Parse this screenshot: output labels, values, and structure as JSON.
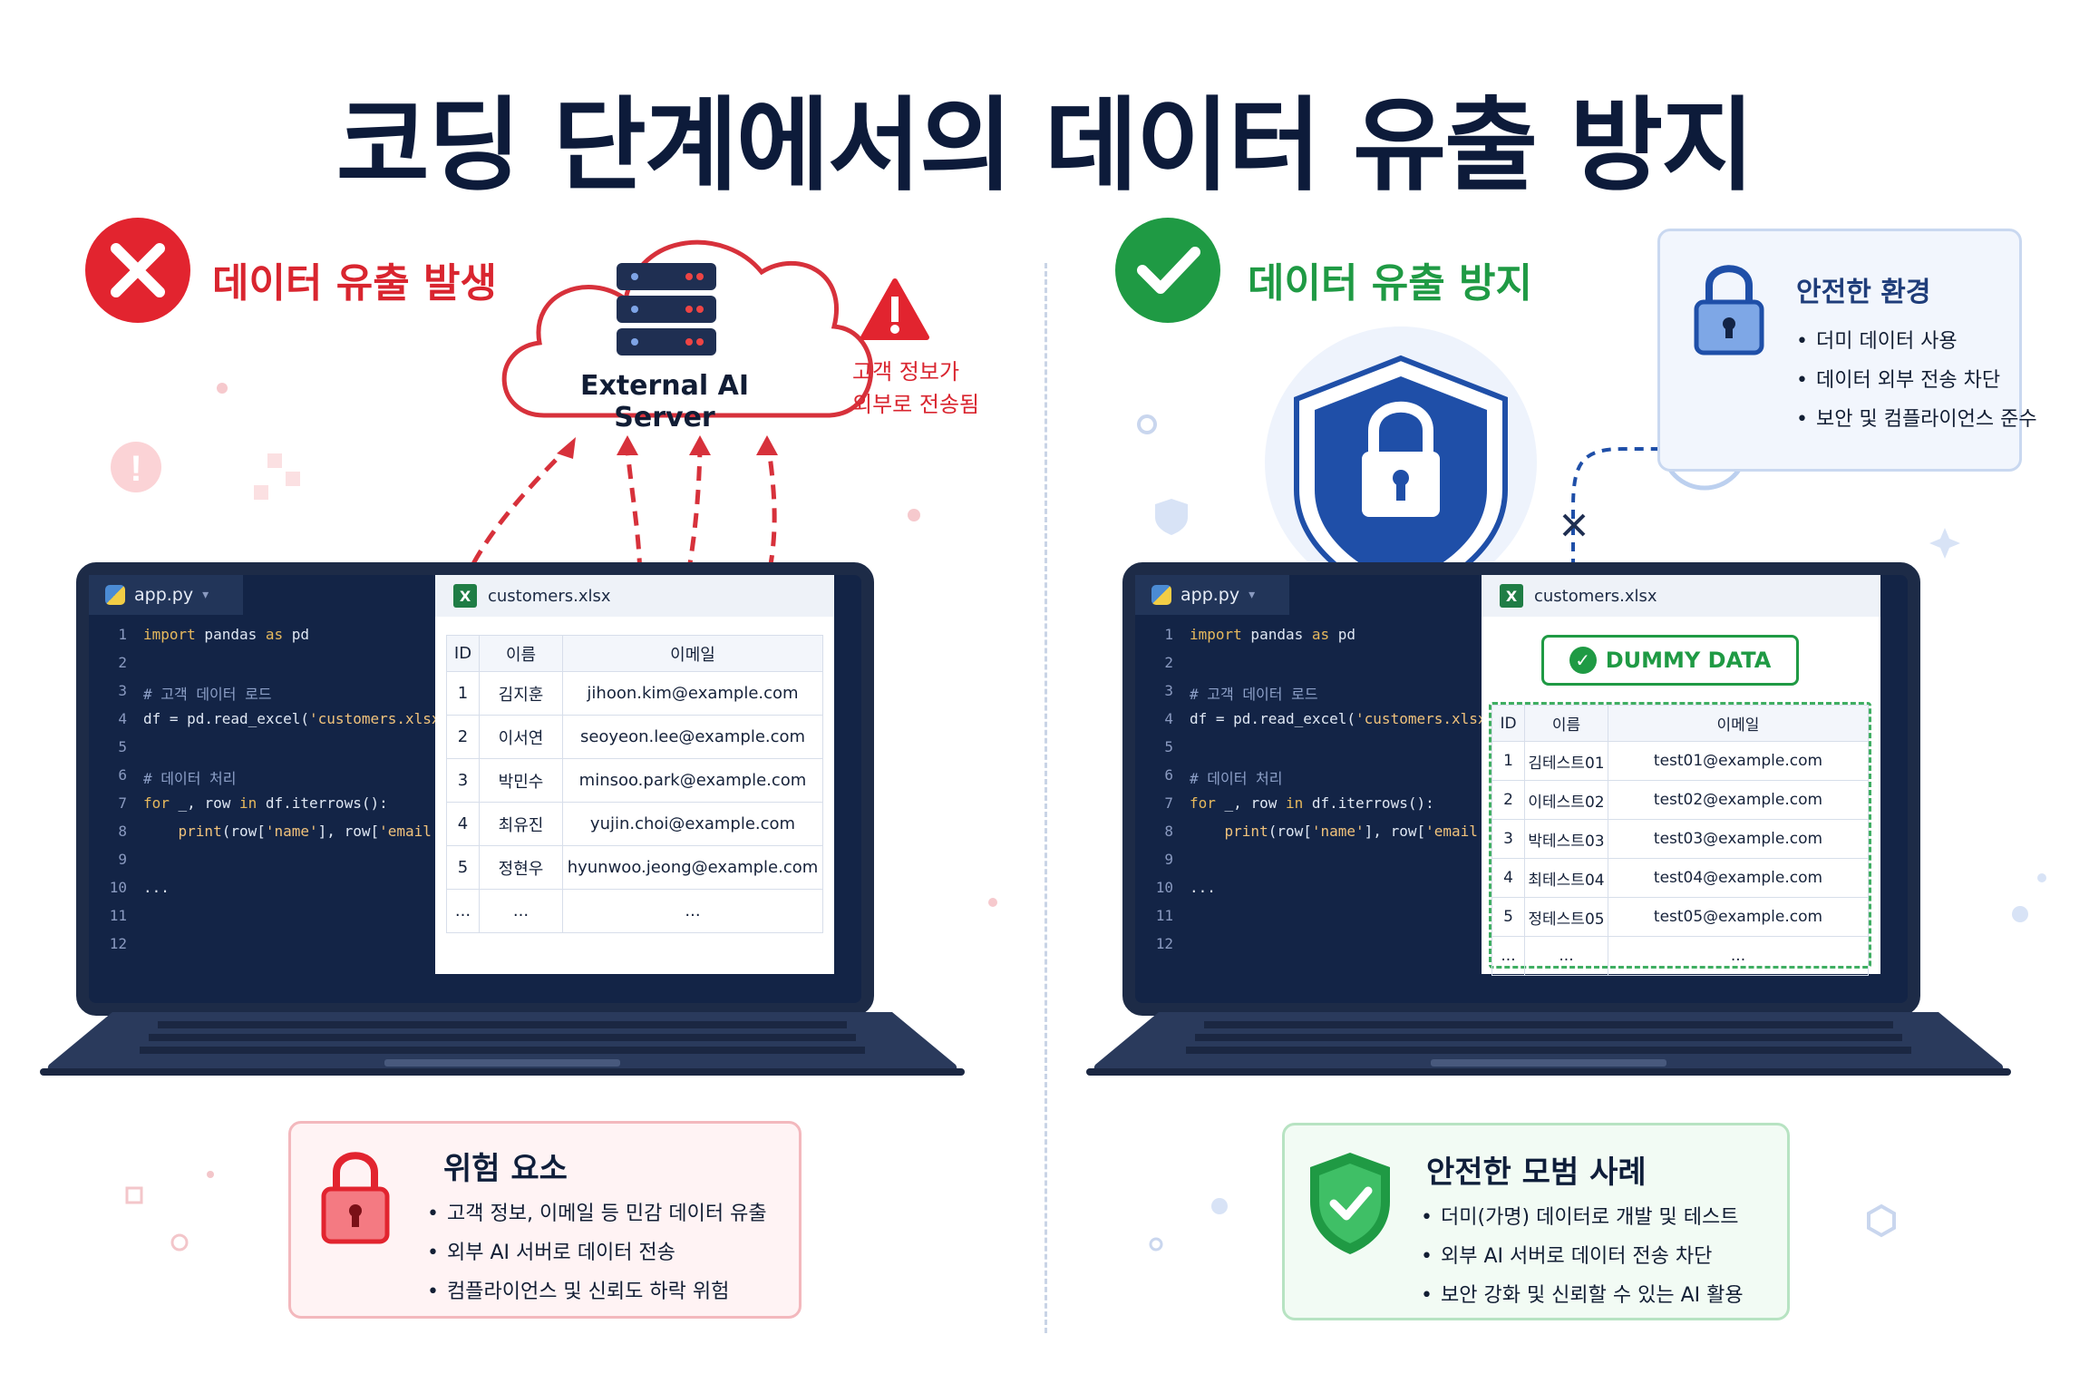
{
  "title": "코딩 단계에서의 데이터 유출 방지",
  "left": {
    "heading": "데이터 유출 발생",
    "server_label": "External AI Server",
    "warning": [
      "고객 정보가",
      "외부로 전송됨"
    ],
    "code_tab": "app.py",
    "code_lines": [
      {
        "n": "1",
        "text": "import pandas as pd"
      },
      {
        "n": "2",
        "text": ""
      },
      {
        "n": "3",
        "text": "# 고객 데이터 로드"
      },
      {
        "n": "4",
        "text": "df = pd.read_excel('customers.xlsx')"
      },
      {
        "n": "5",
        "text": ""
      },
      {
        "n": "6",
        "text": "# 데이터 처리"
      },
      {
        "n": "7",
        "text": "for _, row in df.iterrows():"
      },
      {
        "n": "8",
        "text": "    print(row['name'], row['email'])"
      },
      {
        "n": "9",
        "text": ""
      },
      {
        "n": "10",
        "text": "..."
      },
      {
        "n": "11",
        "text": ""
      },
      {
        "n": "12",
        "text": ""
      }
    ],
    "sheet_tab": "customers.xlsx",
    "columns": [
      "ID",
      "이름",
      "이메일"
    ],
    "rows": [
      [
        "1",
        "김지훈",
        "jihoon.kim@example.com"
      ],
      [
        "2",
        "이서연",
        "seoyeon.lee@example.com"
      ],
      [
        "3",
        "박민수",
        "minsoo.park@example.com"
      ],
      [
        "4",
        "최유진",
        "yujin.choi@example.com"
      ],
      [
        "5",
        "정현우",
        "hyunwoo.jeong@example.com"
      ],
      [
        "...",
        "...",
        "..."
      ]
    ],
    "box_title": "위험 요소",
    "box_items": [
      "고객 정보, 이메일 등 민감 데이터 유출",
      "외부 AI 서버로 데이터 전송",
      "컴플라이언스 및 신뢰도 하락 위험"
    ]
  },
  "right": {
    "heading": "데이터 유출 방지",
    "env_title": "안전한 환경",
    "env_items": [
      "더미 데이터 사용",
      "데이터 외부 전송 차단",
      "보안 및 컴플라이언스 준수"
    ],
    "code_tab": "app.py",
    "sheet_tab": "customers.xlsx",
    "dummy_label": "DUMMY DATA",
    "columns": [
      "ID",
      "이름",
      "이메일"
    ],
    "rows": [
      [
        "1",
        "김테스트01",
        "test01@example.com"
      ],
      [
        "2",
        "이테스트02",
        "test02@example.com"
      ],
      [
        "3",
        "박테스트03",
        "test03@example.com"
      ],
      [
        "4",
        "최테스트04",
        "test04@example.com"
      ],
      [
        "5",
        "정테스트05",
        "test05@example.com"
      ],
      [
        "...",
        "...",
        "..."
      ]
    ],
    "box_title": "안전한 모범 사례",
    "box_items": [
      "더미(가명) 데이터로 개발 및 테스트",
      "외부 AI 서버로 데이터 전송 차단",
      "보안 강화 및 신뢰할 수 있는 AI 활용"
    ]
  },
  "colors": {
    "danger": "#d9252f",
    "safe": "#1f9a44",
    "navy": "#132446",
    "shield": "#1f4fa8"
  }
}
